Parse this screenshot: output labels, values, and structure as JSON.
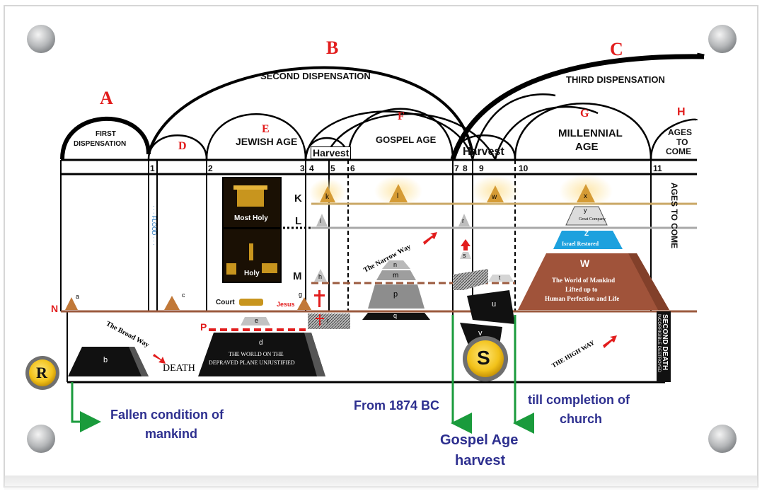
{
  "dispensations": {
    "a": {
      "letter": "A",
      "title_line1": "FIRST",
      "title_line2": "DISPENSATION"
    },
    "b": {
      "letter": "B",
      "title": "SECOND DISPENSATION"
    },
    "c": {
      "letter": "C",
      "title": "THIRD DISPENSATION"
    }
  },
  "ages": {
    "d": "D",
    "e": {
      "letter": "E",
      "title": "JEWISH AGE"
    },
    "f": {
      "letter": "F",
      "title": "GOSPEL AGE"
    },
    "g": {
      "letter": "G",
      "title_line1": "MILLENNIAL",
      "title_line2": "AGE"
    },
    "h": {
      "letter": "H",
      "title_line1": "AGES",
      "title_line2": "TO",
      "title_line3": "COME"
    },
    "harvest1": "Harvest",
    "harvest2": "Harvest",
    "ages_to_come_vertical": "AGES TO COME",
    "flood": "· · · FLOOD · · ·"
  },
  "numbers": [
    "1",
    "2",
    "3",
    "4",
    "5",
    "6",
    "7",
    "8",
    "9",
    "10",
    "11"
  ],
  "planes": {
    "K": "K",
    "L": "L",
    "M": "M",
    "N": "N",
    "P": "P"
  },
  "tabernacle": {
    "most_holy": "Most Holy",
    "holy": "Holy",
    "court": "Court",
    "jesus": "Jesus"
  },
  "pyramid_letters": {
    "a": "a",
    "b": "b",
    "c": "c",
    "d": "d",
    "e": "e",
    "f": "f",
    "g": "g",
    "h": "h",
    "i": "i",
    "k": "k",
    "l": "l",
    "m": "m",
    "n": "n",
    "p": "p",
    "q": "q",
    "r": "r",
    "s": "s",
    "t": "t",
    "u": "u",
    "v": "v",
    "w": "w",
    "x": "x",
    "y": "y",
    "z": "Z",
    "W": "W"
  },
  "texts": {
    "broad_way": "The Broad Way",
    "death": "DEATH",
    "world_line1": "THE WORLD ON THE",
    "world_line2": "DEPRAVED PLANE UNJUSTIFIED",
    "narrow_way": "The Narrow Way",
    "high_way": "THE HIGH WAY",
    "great_company": "Great Company",
    "israel_restored": "Israel Restored",
    "world_mankind_1": "The World of Mankind",
    "world_mankind_2": "Lifted up to",
    "world_mankind_3": "Human Perfection and Life",
    "second_death": "SECOND DEATH",
    "incorrigible": "INCORRIGIBLE DESTROYED"
  },
  "badges": {
    "R": "R",
    "S": "S"
  },
  "annotations": {
    "fallen_1": "Fallen condition of",
    "fallen_2": "mankind",
    "from_1874": "From 1874 BC",
    "till_1": "till completion of",
    "till_2": "church",
    "harvest_1": "Gospel Age",
    "harvest_2": "harvest"
  },
  "colors": {
    "red_label": "#e21d1d",
    "annotation_blue": "#2d2f8f",
    "arrow_green": "#1a9b3c",
    "plane_k": "#c9a764",
    "plane_l": "#a8a8a8",
    "plane_n": "#9b5a3e",
    "world_pyramid": "#a0533a",
    "israel_blue": "#1da1de"
  }
}
